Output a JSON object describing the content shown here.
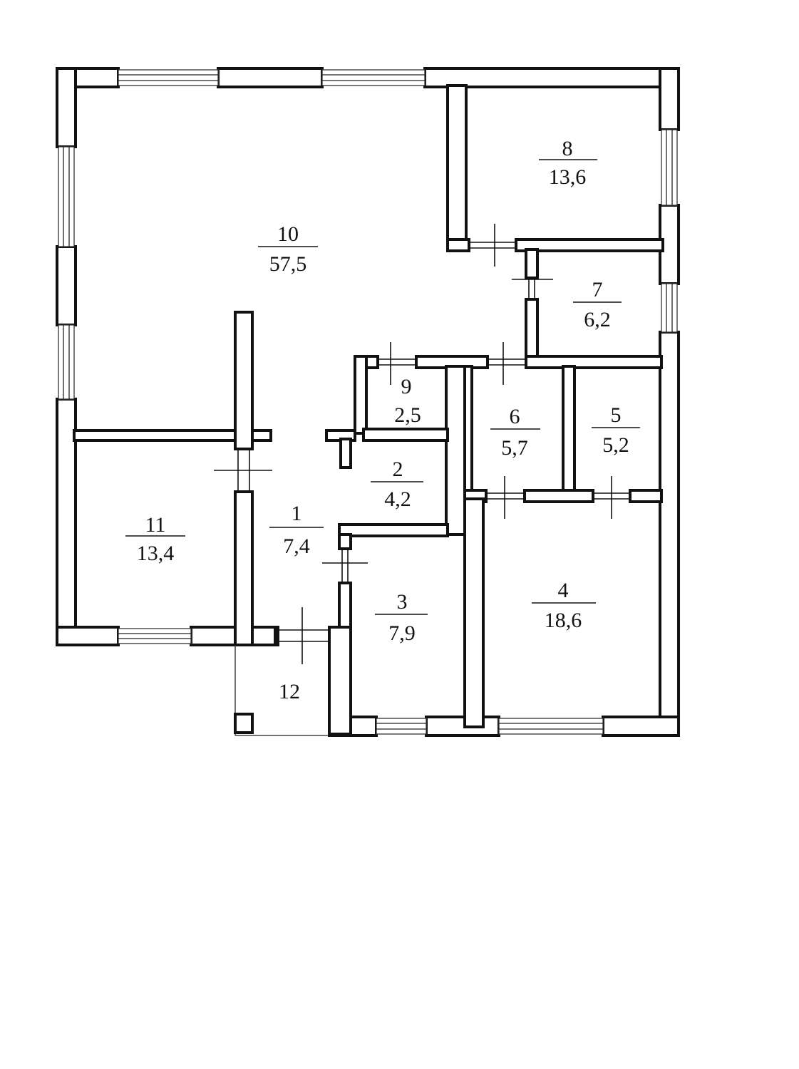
{
  "rooms": [
    {
      "id": "1",
      "number": "1",
      "area": "7,4"
    },
    {
      "id": "2",
      "number": "2",
      "area": "4,2"
    },
    {
      "id": "3",
      "number": "3",
      "area": "7,9"
    },
    {
      "id": "4",
      "number": "4",
      "area": "18,6"
    },
    {
      "id": "5",
      "number": "5",
      "area": "5,2"
    },
    {
      "id": "6",
      "number": "6",
      "area": "5,7"
    },
    {
      "id": "7",
      "number": "7",
      "area": "6,2"
    },
    {
      "id": "8",
      "number": "8",
      "area": "13,6"
    },
    {
      "id": "9",
      "number": "9",
      "area": "2,5"
    },
    {
      "id": "10",
      "number": "10",
      "area": "57,5"
    },
    {
      "id": "11",
      "number": "11",
      "area": "13,4"
    },
    {
      "id": "12",
      "number": "12",
      "area": ""
    }
  ],
  "colors": {
    "ink": "#111111",
    "paper": "#ffffff"
  }
}
